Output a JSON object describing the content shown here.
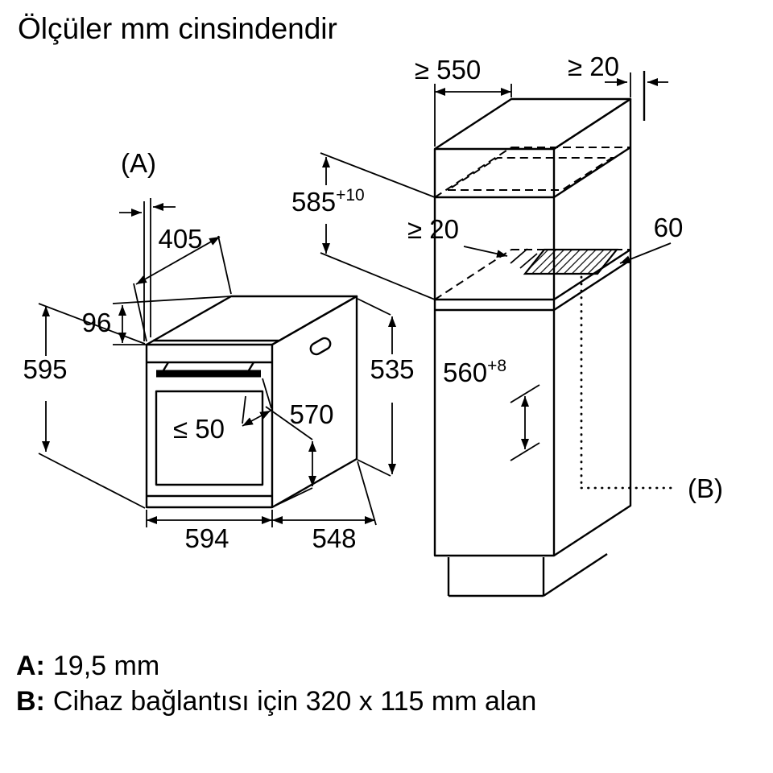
{
  "title": "Ölçüler mm cinsindendir",
  "oven": {
    "label_a": "(A)",
    "dims": {
      "top_depth": "405",
      "panel_height": "96",
      "height": "595",
      "handle": "≤ 50",
      "depth_with_door": "570",
      "rear_height": "535",
      "width": "594",
      "depth": "548"
    }
  },
  "cabinet": {
    "label_b": "(B)",
    "dims": {
      "top_depth": "≥ 550",
      "rear_gap_top": "≥ 20",
      "niche_height": "585",
      "niche_height_tol": "+10",
      "rear_gap_mid": "≥ 20",
      "vent_depth": "60",
      "niche_depth": "560",
      "niche_depth_tol": "+8"
    }
  },
  "notes": {
    "a_key": "A:",
    "a_value": "19,5 mm",
    "b_key": "B:",
    "b_value": "Cihaz bağlantısı için 320 x 115 mm alan"
  }
}
